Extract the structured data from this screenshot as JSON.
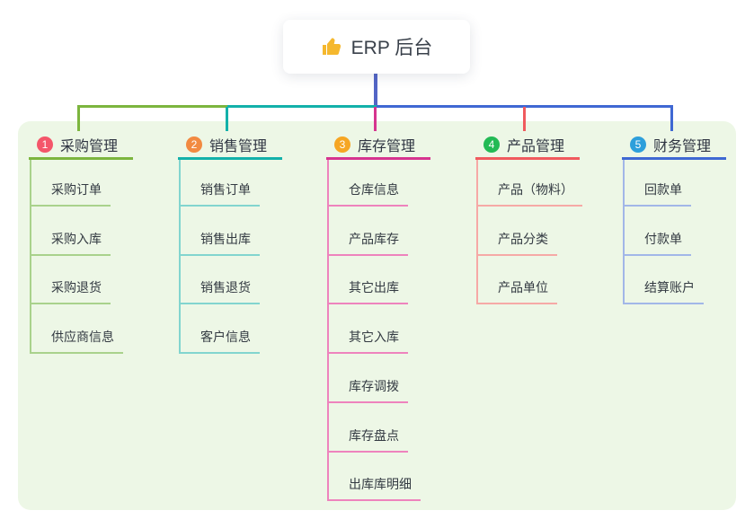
{
  "root": {
    "title": "ERP 后台",
    "icon": "thumbs-up-icon",
    "icon_color": "#f5b82e",
    "line_color": "#5365c6"
  },
  "canvas": {
    "panel_bg": "#edf7e6",
    "page_bg": "#ffffff",
    "text_color": "#2f3542"
  },
  "branches": [
    {
      "num": "1",
      "label": "采购管理",
      "badge_color": "#f4566a",
      "line_color": "#7cb53e",
      "light_color": "#a9d28c",
      "children": [
        "采购订单",
        "采购入库",
        "采购退货",
        "供应商信息"
      ]
    },
    {
      "num": "2",
      "label": "销售管理",
      "badge_color": "#f28a41",
      "line_color": "#13b1aa",
      "light_color": "#82d5cf",
      "children": [
        "销售订单",
        "销售出库",
        "销售退货",
        "客户信息"
      ]
    },
    {
      "num": "3",
      "label": "库存管理",
      "badge_color": "#f6a623",
      "line_color": "#d6348f",
      "light_color": "#ee83bd",
      "children": [
        "仓库信息",
        "产品库存",
        "其它出库",
        "其它入库",
        "库存调拨",
        "库存盘点",
        "出库库明细"
      ]
    },
    {
      "num": "4",
      "label": "产品管理",
      "badge_color": "#23ba55",
      "line_color": "#f05a5e",
      "light_color": "#f6a9a6",
      "children": [
        "产品（物料）",
        "产品分类",
        "产品单位"
      ]
    },
    {
      "num": "5",
      "label": "财务管理",
      "badge_color": "#2d9fdb",
      "line_color": "#3f68d3",
      "light_color": "#a2b7e8",
      "children": [
        "回款单",
        "付款单",
        "结算账户"
      ]
    }
  ]
}
